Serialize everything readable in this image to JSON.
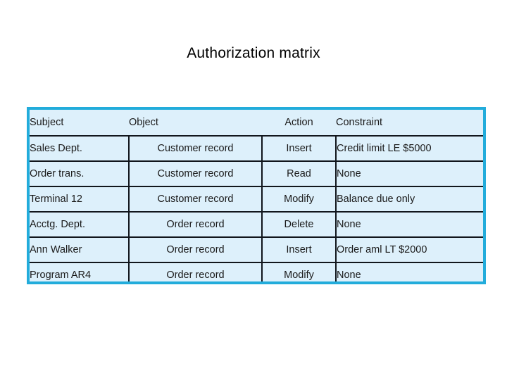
{
  "slide": {
    "title": "Authorization matrix",
    "colors": {
      "border": "#22acdb",
      "cell_fill": "#ddf0fb",
      "rule": "#11161c",
      "text": "#1a1a1a",
      "background": "#ffffff"
    }
  },
  "matrix": {
    "columns": [
      "Subject",
      "Object",
      "Action",
      "Constraint"
    ],
    "rows": [
      {
        "subject": "Sales Dept.",
        "object": "Customer record",
        "action": "Insert",
        "constraint": "Credit limit LE $5000"
      },
      {
        "subject": "Order trans.",
        "object": "Customer record",
        "action": "Read",
        "constraint": "None"
      },
      {
        "subject": "Terminal 12",
        "object": "Customer record",
        "action": "Modify",
        "constraint": "Balance due only"
      },
      {
        "subject": "Acctg. Dept.",
        "object": "Order record",
        "action": "Delete",
        "constraint": "None"
      },
      {
        "subject": "Ann Walker",
        "object": "Order record",
        "action": "Insert",
        "constraint": "Order aml LT $2000"
      },
      {
        "subject": "Program AR4",
        "object": "Order record",
        "action": "Modify",
        "constraint": "None"
      }
    ]
  }
}
